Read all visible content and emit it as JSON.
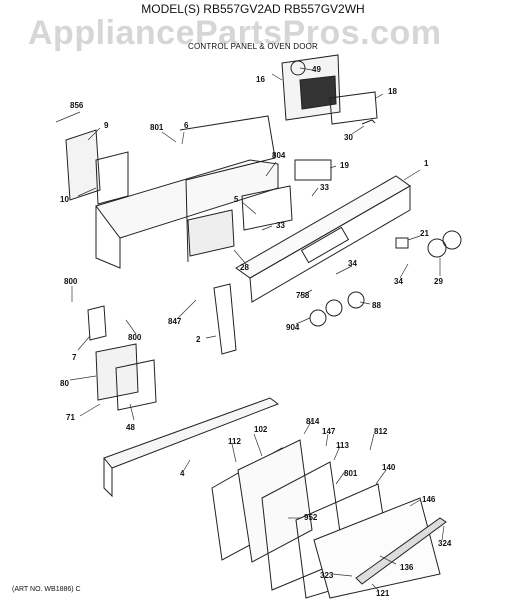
{
  "watermark": "AppliancePartsPros.com",
  "header": {
    "model": "MODEL(S) RB557GV2AD  RB557GV2WH",
    "section": "CONTROL PANEL & OVEN DOOR"
  },
  "art_no": "(ART NO. WB1886) C",
  "callouts": [
    "856",
    "9",
    "801",
    "6",
    "10",
    "16",
    "49",
    "18",
    "30",
    "804",
    "19",
    "1",
    "5",
    "33",
    "33",
    "28",
    "21",
    "34",
    "34",
    "29",
    "800",
    "758",
    "847",
    "88",
    "904",
    "2",
    "7",
    "800",
    "80",
    "71",
    "48",
    "4",
    "814",
    "147",
    "812",
    "102",
    "113",
    "112",
    "801",
    "140",
    "952",
    "146",
    "324",
    "136",
    "323",
    "121"
  ]
}
